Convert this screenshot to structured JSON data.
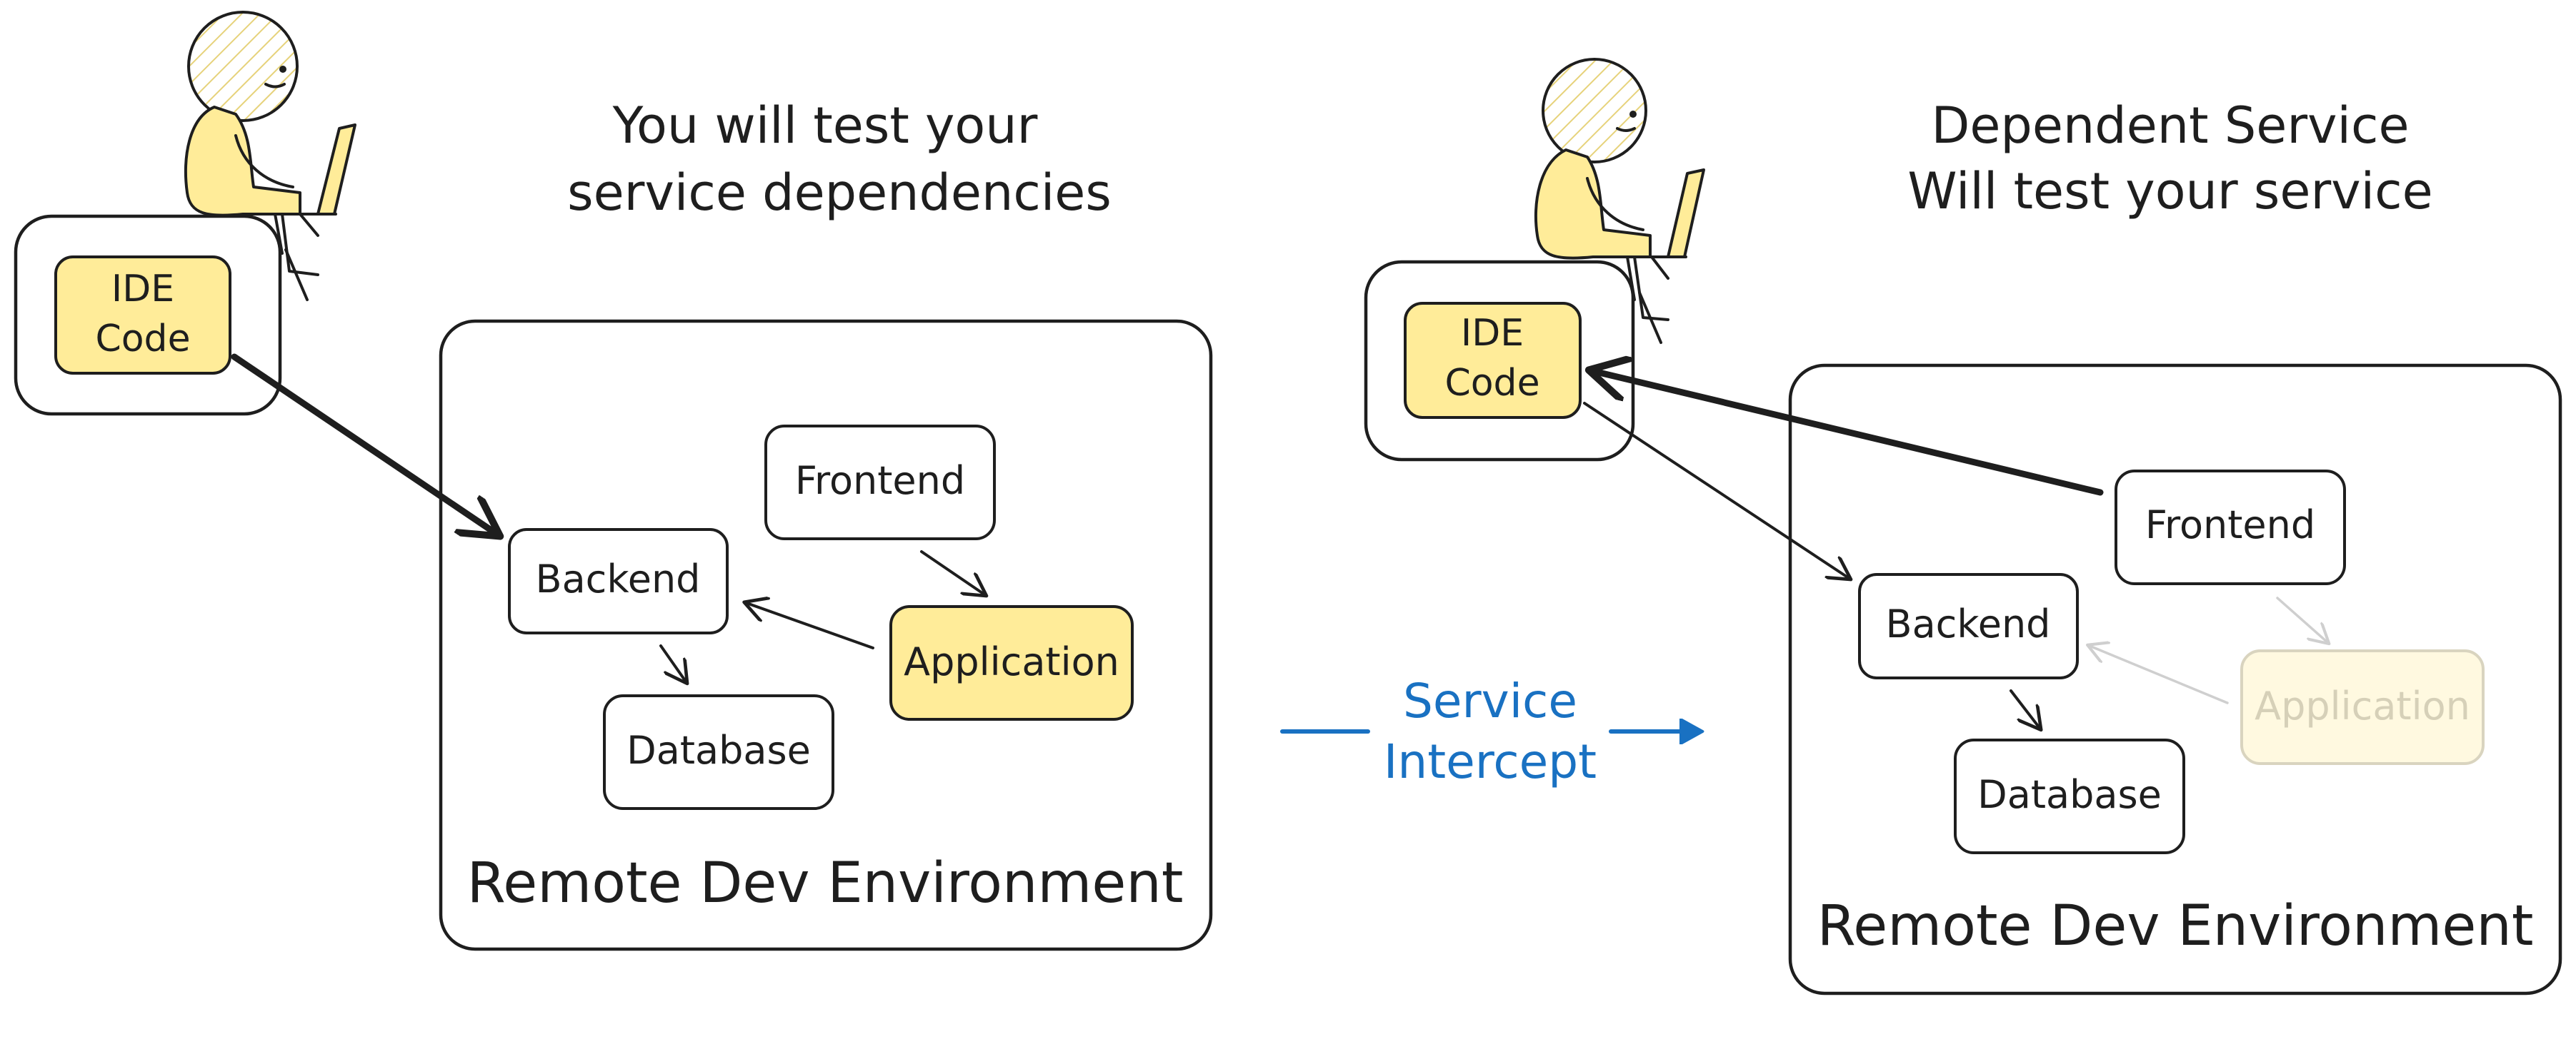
{
  "left_panel": {
    "heading_line1": "You will test your",
    "heading_line2": "service dependencies",
    "ide_line1": "IDE",
    "ide_line2": "Code",
    "env_label": "Remote Dev Environment",
    "frontend": "Frontend",
    "backend": "Backend",
    "application": "Application",
    "database": "Database"
  },
  "middle": {
    "intercept_line1": "Service",
    "intercept_line2": "Intercept"
  },
  "right_panel": {
    "heading_line1": "Dependent Service",
    "heading_line2": "Will test your service",
    "ide_line1": "IDE",
    "ide_line2": "Code",
    "env_label": "Remote Dev Environment",
    "frontend": "Frontend",
    "backend": "Backend",
    "application": "Application",
    "database": "Database"
  },
  "colors": {
    "highlight": "#ffec99",
    "stroke": "#1e1e1e",
    "intercept_blue": "#1971c2",
    "faded": "#cfcfcf"
  }
}
